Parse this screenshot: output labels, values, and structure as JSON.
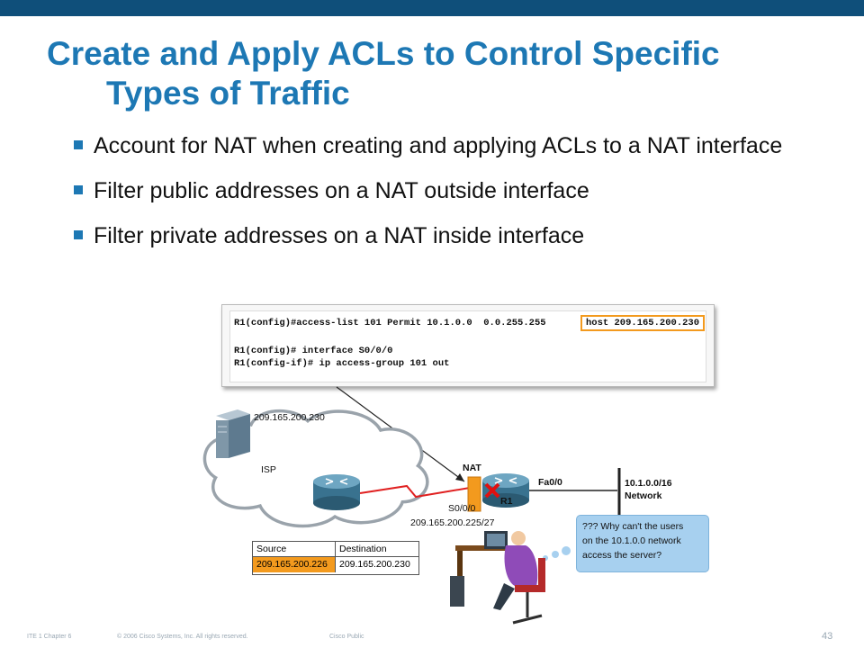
{
  "title": {
    "line1": "Create and Apply ACLs to Control Specific",
    "line2": "Types of Traffic"
  },
  "bullets": [
    "Account for NAT when creating and applying ACLs to a NAT interface",
    "Filter public addresses on a NAT outside interface",
    "Filter private addresses on a NAT inside interface"
  ],
  "console": {
    "line1_prefix": "R1(config)#access-list 101 Permit 10.1.0.0  0.0.255.255",
    "line1_highlight": "host 209.165.200.230",
    "line2": "R1(config)# interface S0/0/0",
    "line3": "R1(config-if)# ip access-group 101 out"
  },
  "diagram": {
    "server_ip": "209.165.200.230",
    "cloud_label": "ISP",
    "nat_label": "NAT",
    "router_label": "R1",
    "fa_port": "Fa0/0",
    "serial_port": "S0/0/0",
    "serial_ip": "209.165.200.225/27",
    "network_addr": "10.1.0.0/16",
    "network_label": "Network",
    "accent_color": "#f39a1e"
  },
  "table": {
    "col_source": "Source",
    "col_destination": "Destination",
    "source_value": "209.165.200.226",
    "destination_value": "209.165.200.230"
  },
  "bubble": {
    "line1": "??? Why can't the users",
    "line2": "on the 10.1.0.0 network",
    "line3": "access the server?"
  },
  "footer": {
    "course": "ITE 1 Chapter 6",
    "copyright": "© 2006 Cisco Systems, Inc. All rights reserved.",
    "classification": "Cisco Public",
    "page": "43"
  }
}
